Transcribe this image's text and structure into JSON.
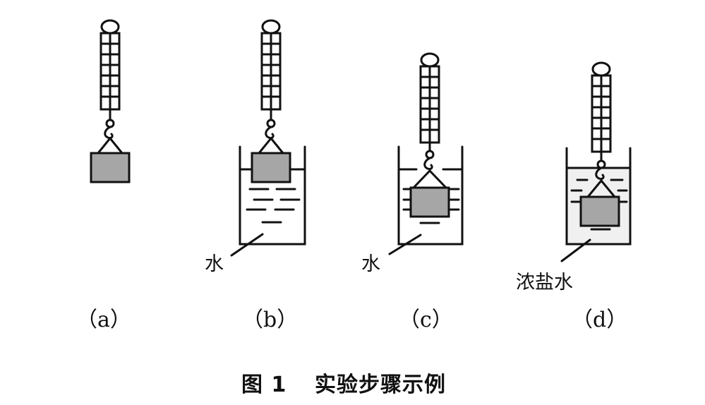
{
  "panels": [
    {
      "id": "a",
      "label": "（a）",
      "liquid": null
    },
    {
      "id": "b",
      "label": "（b）",
      "liquid": "水"
    },
    {
      "id": "c",
      "label": "（c）",
      "liquid": "水"
    },
    {
      "id": "d",
      "label": "（d）",
      "liquid": "浓盐水"
    }
  ],
  "caption": {
    "number": "图 1",
    "text": "实验步骤示例"
  },
  "colors": {
    "line": "#111111",
    "block": "#a6a6a6",
    "salt_water": "#f0f0f0",
    "background": "#ffffff"
  }
}
